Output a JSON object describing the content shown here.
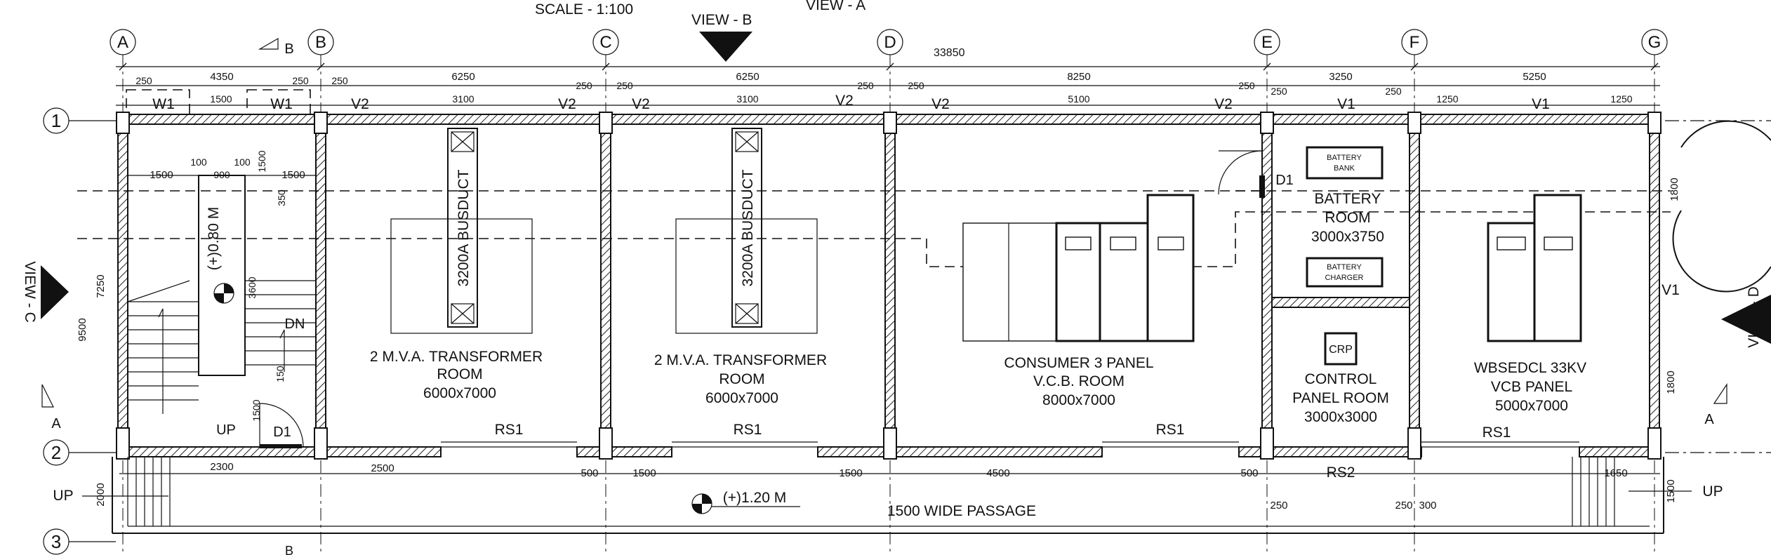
{
  "header": {
    "scale": "SCALE - 1:100",
    "view_a": "VIEW - A",
    "view_b": "VIEW - B",
    "view_c": "VIEW - C",
    "view_d": "VIEW - D",
    "overall_dim": "33850"
  },
  "grid_columns": [
    "A",
    "B",
    "C",
    "D",
    "E",
    "F",
    "G"
  ],
  "grid_rows": [
    "1",
    "2",
    "3"
  ],
  "section_marks": {
    "b_top": "B",
    "b_bottom": "B",
    "a_left": "A",
    "a_right": "A"
  },
  "dims_top": {
    "d_a_b": "4350",
    "d_b_c": "6250",
    "d_c_d": "6250",
    "d_d_e": "8250",
    "d_e_f": "3250",
    "d_f_g": "5250",
    "d_250": "250",
    "d_1500": "1500",
    "d_3100": "3100",
    "d_5100": "5100",
    "d_1250": "1250"
  },
  "windows": {
    "w1": "W1",
    "v1": "V1",
    "v2": "V2"
  },
  "stair": {
    "d1500": "1500",
    "d100": "100",
    "d900": "900",
    "d350": "350",
    "d3600": "3600",
    "d150": "150",
    "level": "(+)0.80 M",
    "dn": "DN",
    "up": "UP"
  },
  "doors": {
    "d1": "D1"
  },
  "rooms": {
    "tr1": {
      "line1": "2 M.V.A. TRANSFORMER",
      "line2": "ROOM",
      "size": "6000x7000"
    },
    "tr2": {
      "line1": "2 M.V.A. TRANSFORMER",
      "line2": "ROOM",
      "size": "6000x7000"
    },
    "vcb": {
      "line1": "CONSUMER 3 PANEL",
      "line2": "V.C.B. ROOM",
      "size": "8000x7000"
    },
    "battery": {
      "line1": "BATTERY",
      "line2": "ROOM",
      "size": "3000x3750"
    },
    "control": {
      "line1": "CONTROL",
      "line2": "PANEL ROOM",
      "size": "3000x3000"
    },
    "wbsedcl": {
      "line1": "WBSEDCL 33KV",
      "line2": "VCB PANEL",
      "size": "5000x7000"
    }
  },
  "equipment": {
    "busduct": "3200A BUSDUCT",
    "battery_bank": [
      "BATTERY",
      "BANK"
    ],
    "battery_charger": [
      "BATTERY",
      "CHARGER"
    ],
    "crp": "CRP"
  },
  "shutters": {
    "rs1": "RS1",
    "rs2": "RS2"
  },
  "dims_left": {
    "d7250": "7250",
    "d9500": "9500",
    "d2000": "2000"
  },
  "dims_right": {
    "d1800a": "1800",
    "d1800b": "1800",
    "d1500": "1500"
  },
  "dims_bottom": {
    "d2300": "2300",
    "d2500": "2500",
    "d500": "500",
    "d1500": "1500",
    "d4500": "4500",
    "d250": "250",
    "d300": "300",
    "d1650": "1650"
  },
  "passage": {
    "label": "1500 WIDE PASSAGE",
    "level": "(+)1.20 M",
    "up": "UP"
  }
}
